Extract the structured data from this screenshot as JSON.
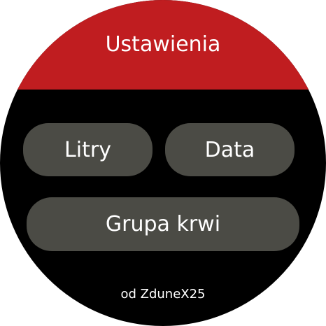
{
  "header": {
    "title": "Ustawienia"
  },
  "buttons": {
    "litry": "Litry",
    "data": "Data",
    "grupa_krwi": "Grupa krwi"
  },
  "footer": {
    "credit": "od ZduneX25"
  },
  "colors": {
    "header_background": "#c01d20",
    "screen_background": "#000000",
    "button_background": "#4b4b45",
    "text": "#ffffff"
  }
}
